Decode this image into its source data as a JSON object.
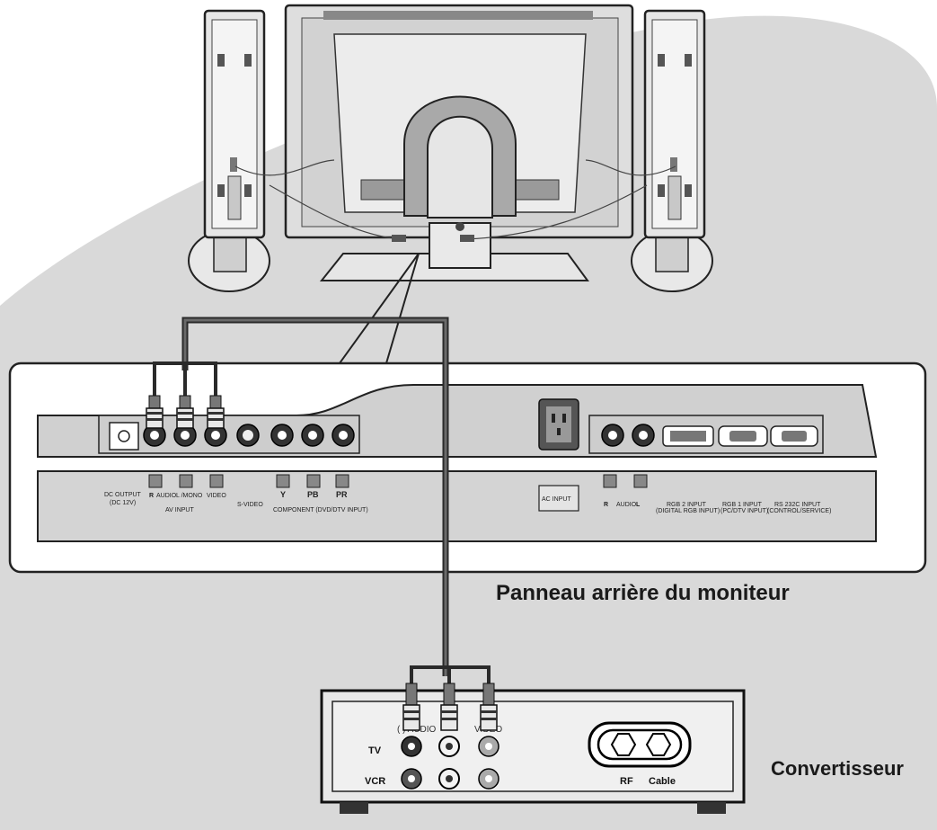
{
  "captions": {
    "rear_panel": "Panneau arrière du moniteur",
    "converter": "Convertisseur"
  },
  "rear_panel": {
    "labels": {
      "dc_output": "DC OUTPUT",
      "dc_output_sub": "(DC 12V)",
      "r": "R",
      "audio": "AUDIO",
      "l_mono": "L /MONO",
      "video": "VIDEO",
      "av_input": "AV INPUT",
      "s_video": "S-VIDEO",
      "y": "Y",
      "pb": "PB",
      "pr": "PR",
      "component": "COMPONENT (DVD/DTV INPUT)",
      "ac_input": "AC INPUT",
      "r2": "R",
      "audio2": "AUDIO",
      "l2": "L",
      "rgb2": "RGB 2 INPUT",
      "rgb2_sub": "(DIGITAL RGB INPUT)",
      "rgb1": "RGB 1 INPUT",
      "rgb1_sub": "(PC/DTV INPUT)",
      "rs232": "RS 232C INPUT",
      "rs232_sub": "(CONTROL/SERVICE)"
    }
  },
  "converter": {
    "labels": {
      "tv": "TV",
      "vcr": "VCR",
      "audio": "(   ) AUDIO",
      "video": "VIDEO",
      "rf": "RF",
      "cable": "Cable"
    }
  }
}
